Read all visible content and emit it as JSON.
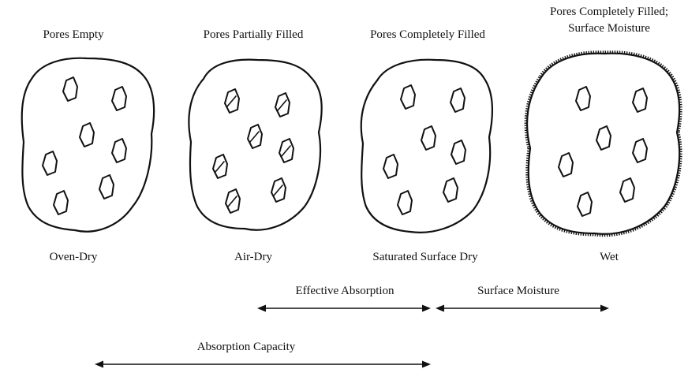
{
  "states": [
    {
      "top_label": [
        "Pores Empty"
      ],
      "bottom_label": "Oven-Dry",
      "pore_fill": "none",
      "surface_moisture": false
    },
    {
      "top_label": [
        "Pores Partially Filled"
      ],
      "bottom_label": "Air-Dry",
      "pore_fill": "partial",
      "surface_moisture": false
    },
    {
      "top_label": [
        "Pores Completely Filled"
      ],
      "bottom_label": "Saturated Surface Dry",
      "pore_fill": "full",
      "surface_moisture": false
    },
    {
      "top_label": [
        "Pores Completely Filled;",
        "Surface Moisture"
      ],
      "bottom_label": "Wet",
      "pore_fill": "full",
      "surface_moisture": true
    }
  ],
  "ranges": [
    {
      "label": "Effective Absorption",
      "from_state": "Air-Dry",
      "to_state": "Saturated Surface Dry"
    },
    {
      "label": "Surface Moisture",
      "from_state": "Saturated Surface Dry",
      "to_state": "Wet"
    },
    {
      "label": "Absorption Capacity",
      "from_state": "Oven-Dry",
      "to_state": "Saturated Surface Dry"
    }
  ]
}
